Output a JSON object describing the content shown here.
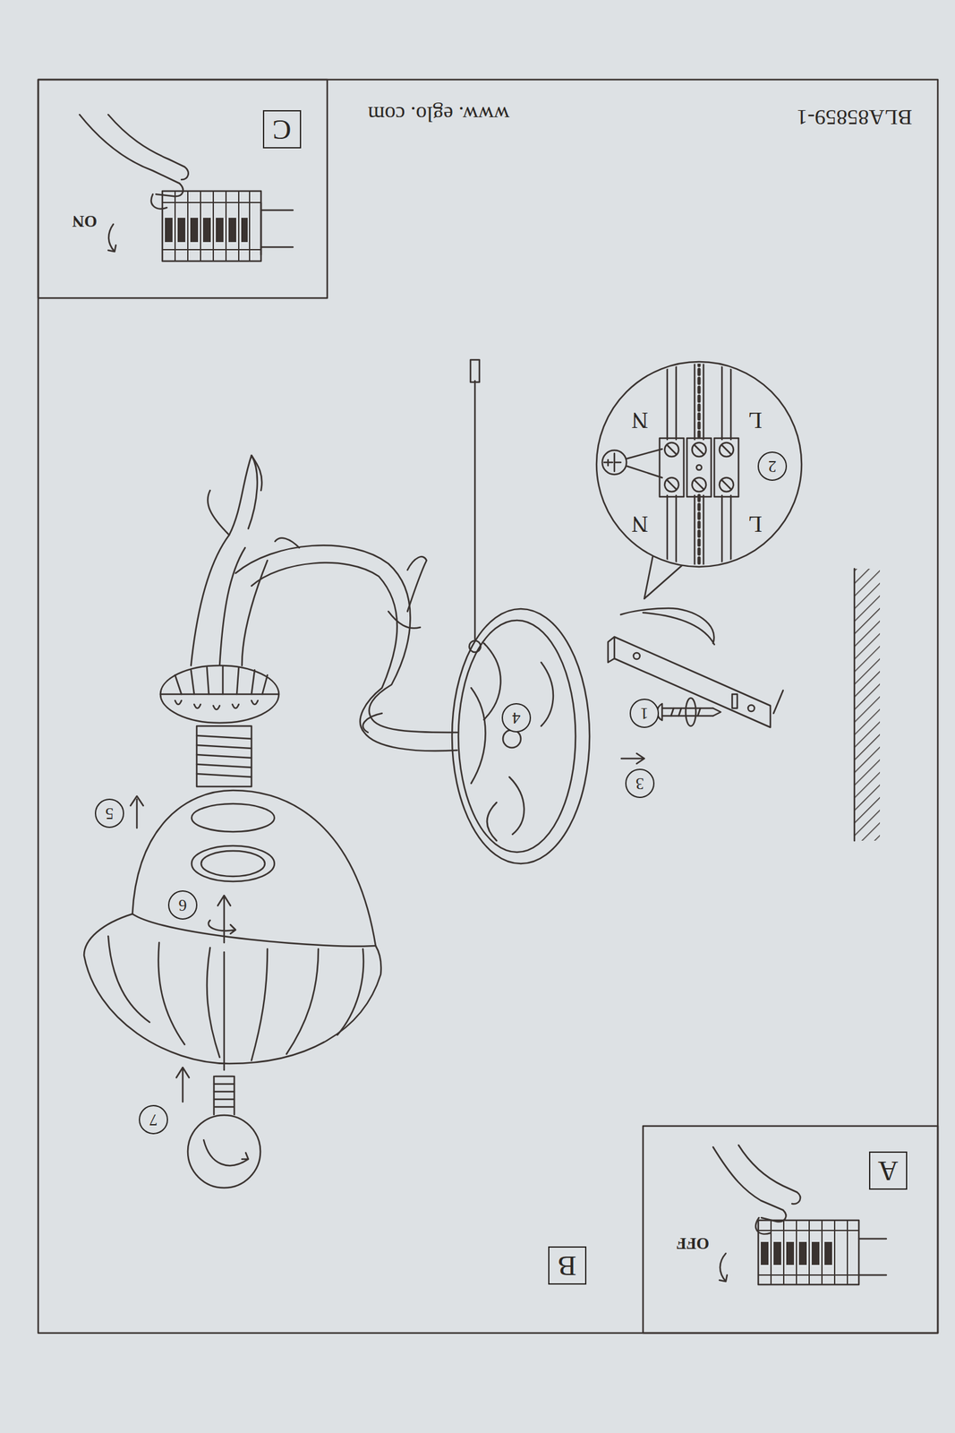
{
  "diagram": {
    "nodes": [
      {
        "text": [
          "C"
        ]
      },
      {
        "text": [
          "A"
        ]
      },
      {
        "text": [
          "B"
        ]
      }
    ],
    "labels": [
      "BLA85859-1",
      "www. eglo. com",
      "ON",
      "OFF",
      "1",
      "2",
      "3",
      "4",
      "5",
      "6",
      "7",
      "N",
      "N",
      "L",
      "L"
    ]
  }
}
